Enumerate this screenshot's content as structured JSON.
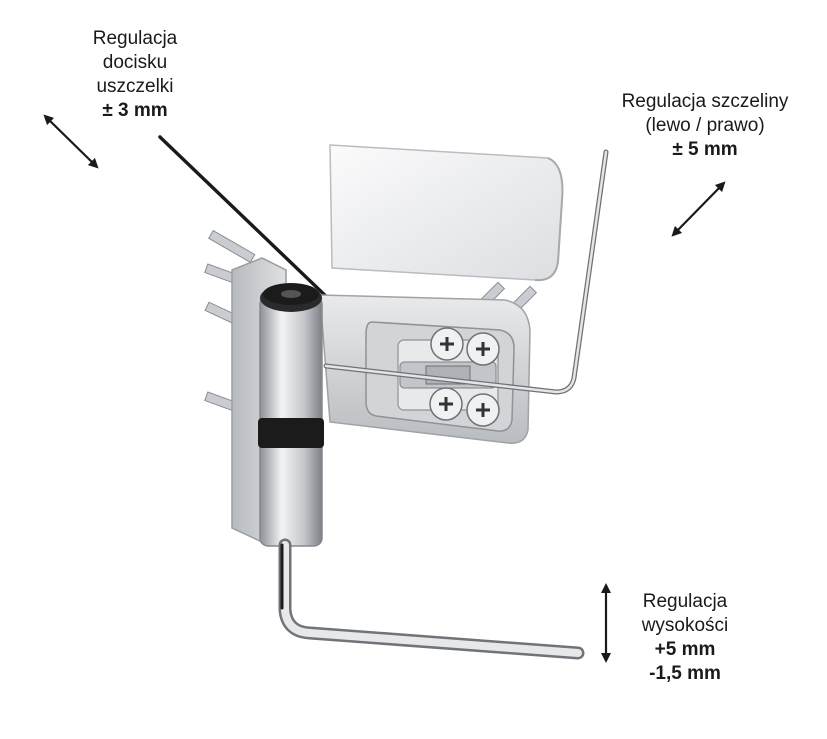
{
  "seal_adjustment": {
    "lines": [
      "Regulacja",
      "docisku",
      "uszczelki"
    ],
    "value": "± 3 mm"
  },
  "gap_adjustment": {
    "lines": [
      "Regulacja szczeliny",
      "(lewo / prawo)"
    ],
    "value": "± 5 mm"
  },
  "height_adjustment": {
    "lines": [
      "Regulacja",
      "wysokości"
    ],
    "values": [
      "+5 mm",
      "-1,5 mm"
    ]
  },
  "icons": {
    "seal_arrow": "double-arrow-diagonal-icon",
    "gap_arrow": "double-arrow-diagonal-icon",
    "height_arrow": "double-arrow-vertical-icon"
  },
  "colors": {
    "text": "#1a1a1a",
    "metal": "#c9ccd0",
    "cover": "#eeeff1",
    "black_ring": "#1b1b1b"
  }
}
